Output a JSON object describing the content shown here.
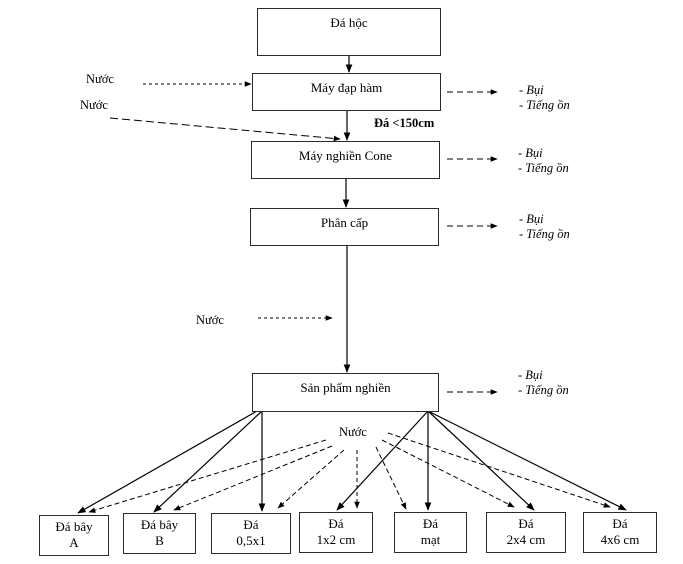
{
  "title": "Sơ đồ quy trình nghiền sàng đá",
  "nodes": {
    "raw": "Đá hộc",
    "jaw": "Máy đạp hàm",
    "cone": "Máy nghiền Cone",
    "screen": "Phân cấp",
    "product": "Sản phẩm nghiền"
  },
  "edge_labels": {
    "jaw_to_cone": "Đá <150cm"
  },
  "inputs": {
    "water": "Nước"
  },
  "emissions": {
    "dust": "- Bụi",
    "noise": "- Tiếng ồn"
  },
  "products": [
    {
      "line1": "Đá bây",
      "line2": "A"
    },
    {
      "line1": "Đá bây",
      "line2": "B"
    },
    {
      "line1": "Đá",
      "line2": "0,5x1"
    },
    {
      "line1": "Đá",
      "line2": "1x2 cm"
    },
    {
      "line1": "Đá",
      "line2": "mạt"
    },
    {
      "line1": "Đá",
      "line2": "2x4 cm"
    },
    {
      "line1": "Đá",
      "line2": "4x6 cm"
    }
  ],
  "colors": {
    "line": "#000000",
    "border": "#2b2b2b"
  }
}
